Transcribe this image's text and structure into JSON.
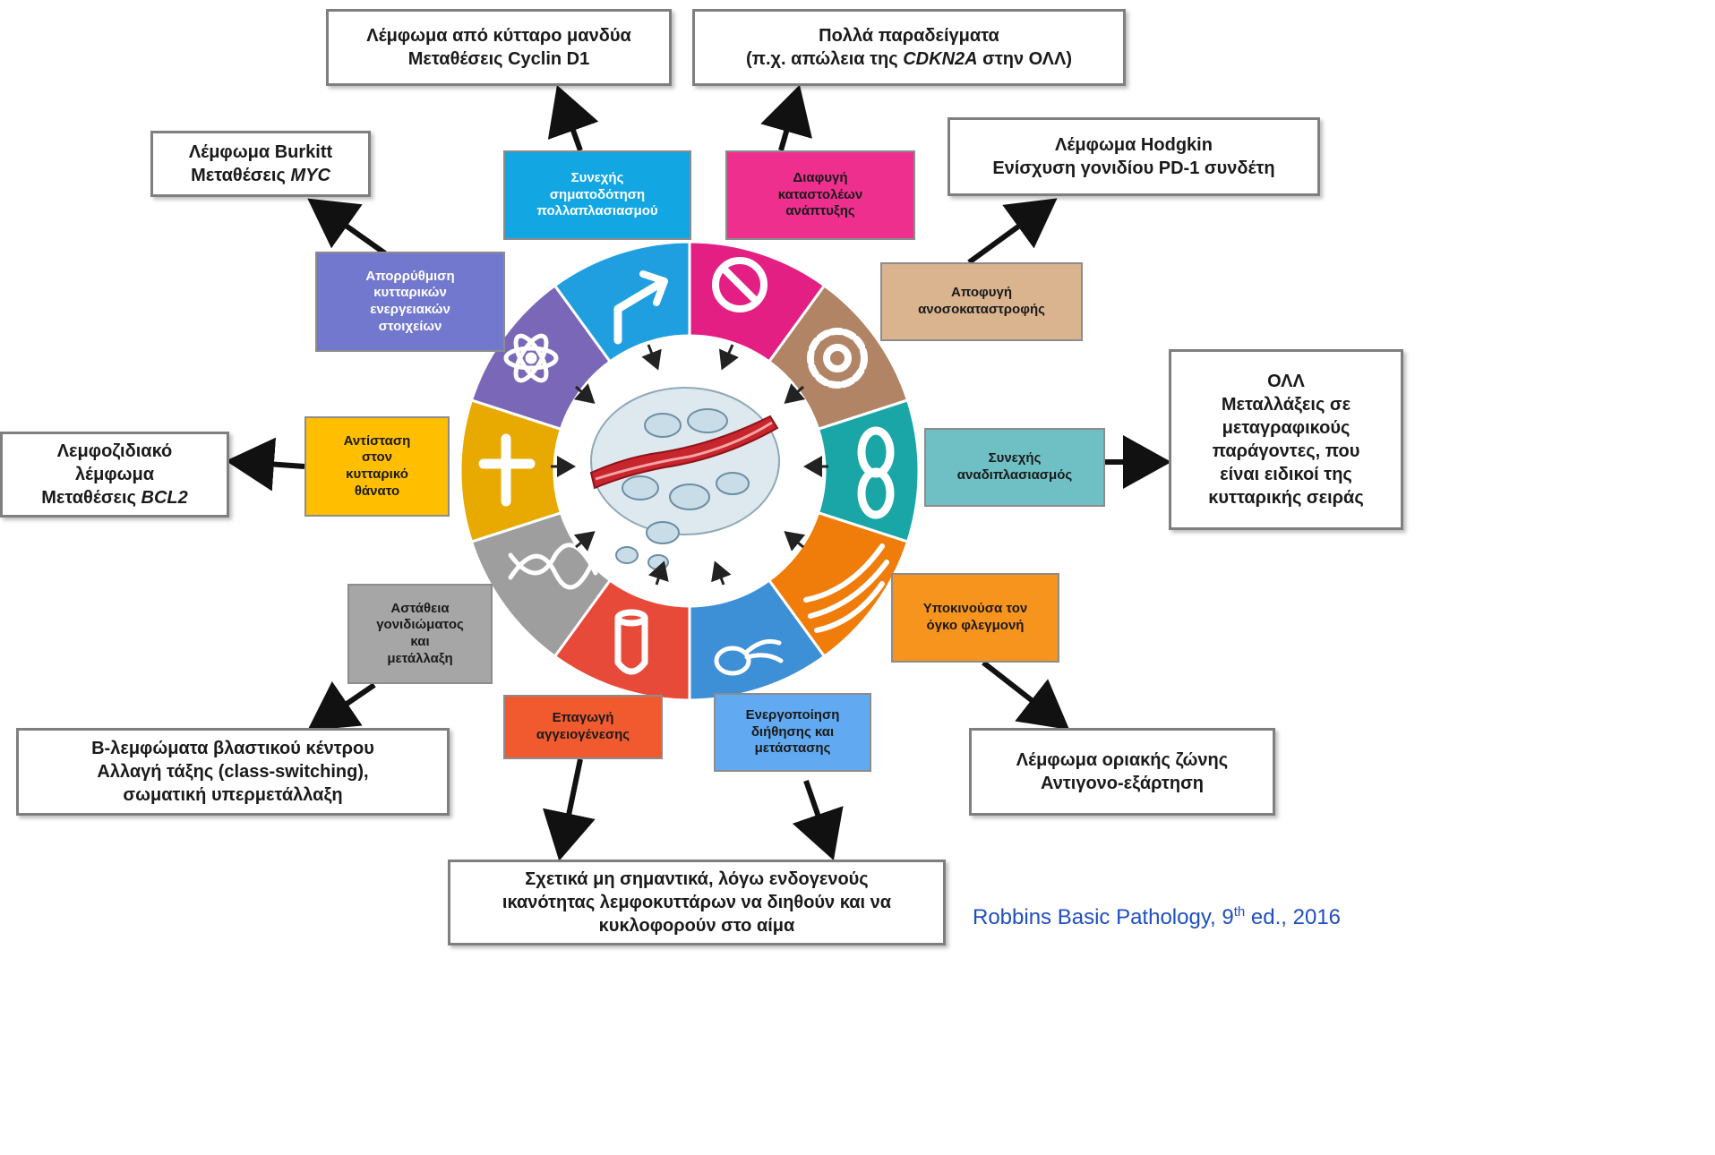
{
  "hallmarks": {
    "proliferative": [
      "Συνεχής",
      "σηματοδότηση",
      "πολλαπλασιασμού"
    ],
    "growth_suppressors": [
      "Διαφυγή",
      "καταστολέων",
      "ανάπτυξης"
    ],
    "immune": [
      "Αποφυγή",
      "ανοσοκαταστροφής"
    ],
    "replicative": [
      "Συνεχής",
      "αναδιπλασιασμός"
    ],
    "inflammation": [
      "Υποκινούσα τον",
      "όγκο φλεγμονή"
    ],
    "invasion": [
      "Ενεργοποίηση",
      "διήθησης και",
      "μετάστασης"
    ],
    "angiogenesis": [
      "Επαγωγή",
      "αγγειογένεσης"
    ],
    "genome": [
      "Αστάθεια",
      "γονιδιώματος",
      "και",
      "μετάλλαξη"
    ],
    "cell_death": [
      "Αντίσταση",
      "στον",
      "κυτταρικό",
      "θάνατο"
    ],
    "energetics": [
      "Απορρύθμιση",
      "κυτταρικών",
      "ενεργειακών",
      "στοιχείων"
    ]
  },
  "examples": {
    "mantle": {
      "line1": "Λέμφωμα από κύτταρο μανδύα",
      "line2": "Μεταθέσεις Cyclin D1"
    },
    "many": {
      "line1": "Πολλά παραδείγματα",
      "line2_pre": "(π.χ. απώλεια  της ",
      "line2_em": "CDKN2A",
      "line2_post": "  στην ΟΛΛ)"
    },
    "burkitt": {
      "line1": "Λέμφωμα Burkitt",
      "line2_pre": "Μεταθέσεις ",
      "line2_em": "MYC"
    },
    "hodgkin": {
      "line1": "Λέμφωμα Hodgkin",
      "line2": "Ενίσχυση γονιδίου PD-1 συνδέτη"
    },
    "all": {
      "lines": [
        "ΟΛΛ",
        "Μεταλλάξεις σε",
        "μεταγραφικούς",
        "παράγοντες, που",
        "είναι ειδικοί της",
        "κυτταρικής σειράς"
      ]
    },
    "follicular": {
      "line1": "Λεμφοζιδιακό",
      "line2": "λέμφωμα",
      "line3_pre": "Μεταθέσεις ",
      "line3_em": "BCL2"
    },
    "gc": {
      "lines": [
        "B-λεμφώματα βλαστικού κέντρου",
        "Αλλαγή τάξης (class-switching),",
        "σωματική υπερμετάλλαξη"
      ]
    },
    "marginal": {
      "lines": [
        "Λέμφωμα οριακής ζώνης",
        "Αντιγονο-εξάρτηση"
      ]
    },
    "metastasis": {
      "lines": [
        "Σχετικά μη σημαντικά, λόγω ενδογενούς",
        "ικανότητας λεμφοκυττάρων να διηθούν και να",
        "κυκλοφορούν στο αίμα"
      ]
    }
  },
  "citation": {
    "pre": "Robbins Basic Pathology, 9",
    "sup": "th",
    "post": " ed., 2016"
  },
  "colors": {
    "proliferative": "#12a6e3",
    "growth_suppressors": "#ee2f8d",
    "immune": "#d9b48f",
    "replicative": "#6ec0c4",
    "inflammation": "#f7941d",
    "invasion": "#61a9f0",
    "angiogenesis": "#f15a2f",
    "genome": "#a6a6a6",
    "cell_death": "#ffbf00",
    "energetics": "#7378cf"
  }
}
